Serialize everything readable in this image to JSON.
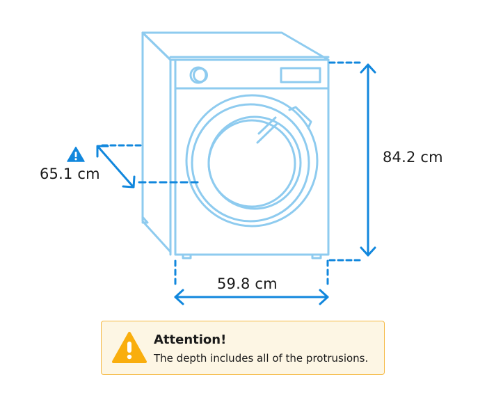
{
  "diagram": {
    "subject": "washing machine dimensions",
    "colors": {
      "outline": "#8ecbef",
      "dimension": "#1187dd",
      "warning": "#f9ae0e",
      "notice_bg": "#fdf6e4",
      "notice_border": "#f5b841",
      "text": "#1a1a1a"
    },
    "dimensions": {
      "depth": {
        "value": "65.1 cm",
        "icon": "warning-triangle-icon"
      },
      "height": {
        "value": "84.2 cm"
      },
      "width": {
        "value": "59.8 cm"
      }
    }
  },
  "notice": {
    "icon": "warning-triangle-icon",
    "title": "Attention!",
    "text": "The depth includes all of the protrusions."
  }
}
